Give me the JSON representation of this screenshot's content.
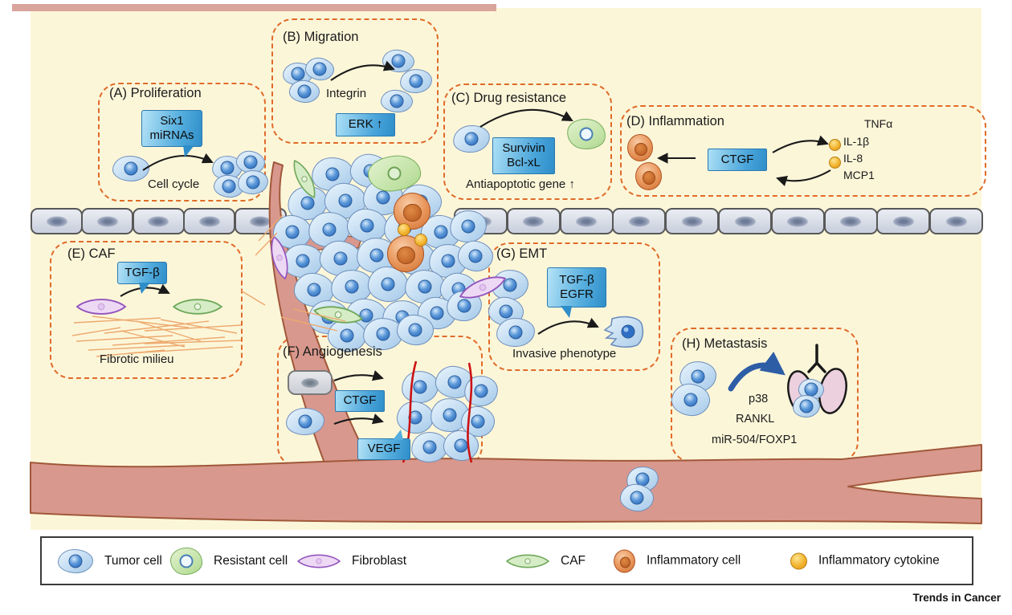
{
  "figure": {
    "brand": "Trends in Cancer"
  },
  "panels": {
    "a": {
      "title": "(A) Proliferation",
      "bubble1": "Six1",
      "bubble2": "miRNAs",
      "caption": "Cell cycle"
    },
    "b": {
      "title": "(B) Migration",
      "arrow_label": "Integrin",
      "box": "ERK ↑"
    },
    "c": {
      "title": "(C) Drug resistance",
      "box1": "Survivin",
      "box2": "Bcl-xL",
      "caption": "Antiapoptotic gene ↑"
    },
    "d": {
      "title": "(D) Inflammation",
      "box": "CTGF",
      "cytokines": [
        "TNFα",
        "IL-1β",
        "IL-8",
        "MCP1"
      ]
    },
    "e": {
      "title": "(E) CAF",
      "bubble": "TGF-β",
      "caption": "Fibrotic milieu"
    },
    "f": {
      "title": "(F) Angiogenesis",
      "box": "CTGF",
      "bubble": "VEGF"
    },
    "g": {
      "title": "(G) EMT",
      "bubble1": "TGF-β",
      "bubble2": "EGFR",
      "caption": "Invasive phenotype"
    },
    "h": {
      "title": "(H) Metastasis",
      "labels": [
        "p38",
        "RANKL",
        "miR-504/FOXP1"
      ]
    }
  },
  "legend": {
    "items": [
      "Tumor cell",
      "Resistant cell",
      "Fibroblast",
      "CAF",
      "Inflammatory cell",
      "Inflammatory cytokine"
    ]
  },
  "colors": {
    "dashed_panel": "#e06b28",
    "label_box_blue": "#2f8ec9",
    "tumor_cell": "#b9d6ef",
    "resistant_cell": "#bde0a0",
    "fibroblast": "#eed9f5",
    "caf": "#d6ecc6",
    "inflammatory_cell": "#ea9a60",
    "cytokine": "#f3b42f",
    "vessel": "#d9988d",
    "background_cream": "#fcf6d9",
    "capillary_red": "#cc1212"
  }
}
